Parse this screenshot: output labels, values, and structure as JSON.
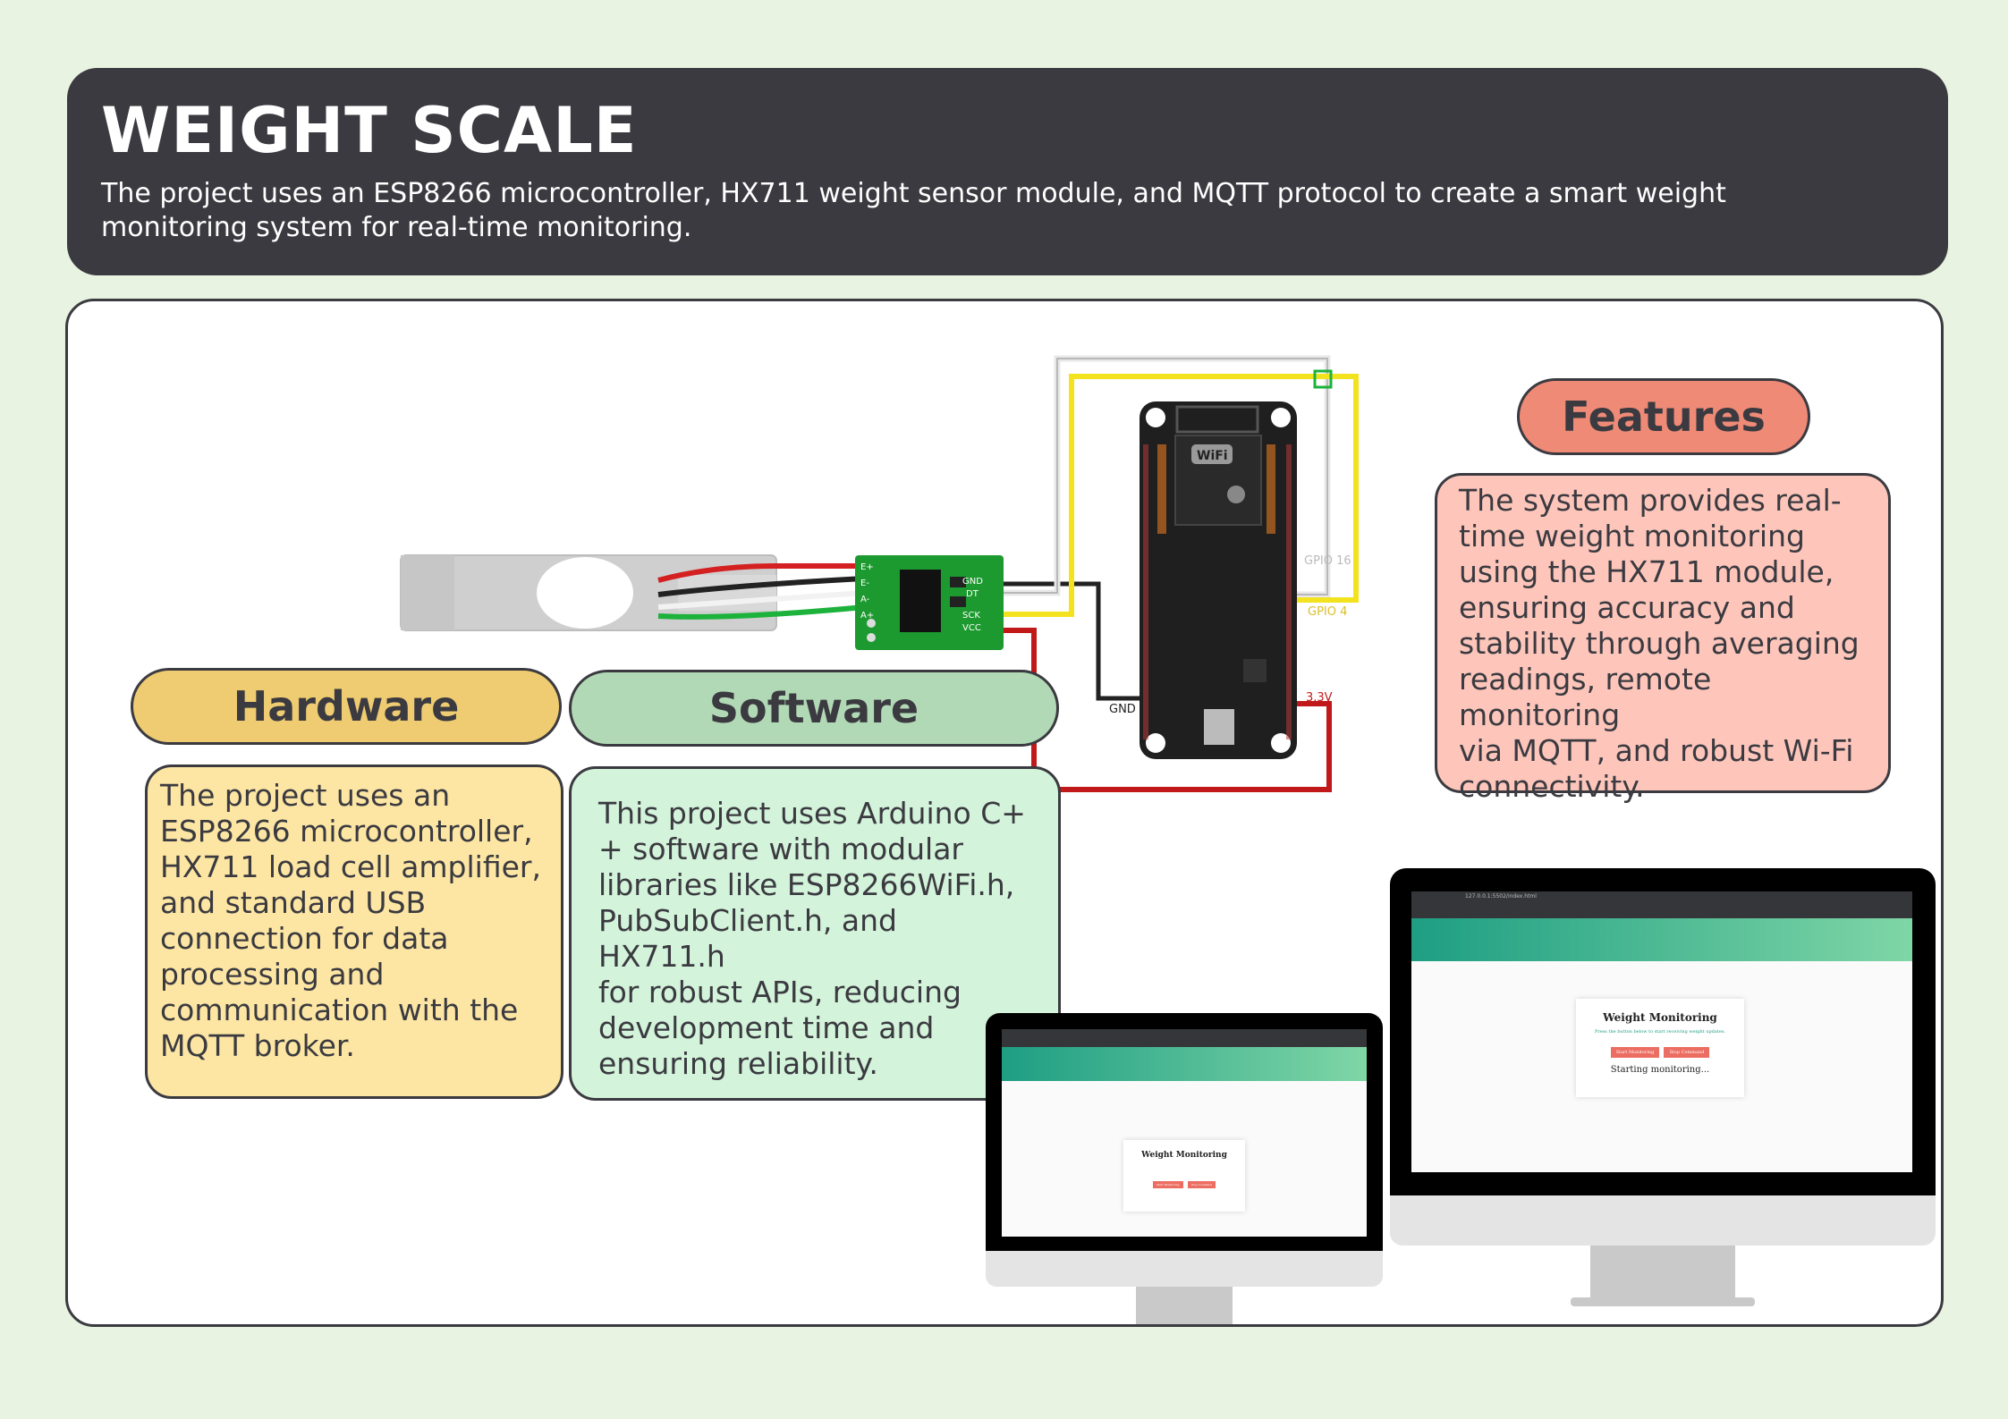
{
  "header": {
    "title": "WEIGHT SCALE",
    "description": "The project uses an ESP8266 microcontroller, HX711 weight sensor module, and MQTT protocol to create a smart weight monitoring system for real-time monitoring."
  },
  "hardware": {
    "title": "Hardware",
    "lines": [
      "The project uses an",
      "ESP8266 microcontroller,",
      "HX711 load cell amplifier,",
      "and standard USB",
      "connection for data",
      "processing and",
      "communication with the",
      "MQTT broker."
    ]
  },
  "software": {
    "title": "Software",
    "lines": [
      "This project uses Arduino C+",
      "+ software with modular",
      "libraries like ESP8266WiFi.h,",
      "PubSubClient.h, and HX711.h",
      "for robust APIs, reducing",
      "development time and",
      "ensuring reliability."
    ]
  },
  "features": {
    "title": "Features",
    "lines": [
      "The system provides real-",
      "time weight monitoring",
      "using the HX711 module,",
      "ensuring accuracy and",
      "stability through averaging",
      "readings, remote monitoring",
      "via MQTT, and robust Wi-Fi",
      "connectivity."
    ]
  },
  "diagram": {
    "hx711_pins_left": [
      "E+",
      "E-",
      "A-",
      "A+"
    ],
    "hx711_pins_right": [
      "GND",
      "DT",
      "SCK",
      "VCC"
    ],
    "pin_labels": {
      "gpio16": "GPIO 16",
      "gpio4": "GPIO 4",
      "v33": "3.3V",
      "gnd": "GND"
    },
    "wifi_badge": "WiFi"
  },
  "screens": {
    "small": {
      "card_title": "Weight Monitoring",
      "buttons": [
        "Start Monitoring",
        "Stop Command"
      ]
    },
    "large": {
      "url": "127.0.0.1:5502/index.html",
      "card_title": "Weight Monitoring",
      "subtitle": "Press the button below to start receiving weight updates.",
      "buttons": [
        "Start Monitoring",
        "Stop Command"
      ],
      "status": "Starting monitoring..."
    }
  },
  "colors": {
    "header_bg": "#3a3a40",
    "hardware_pill": "#efcc72",
    "hardware_card": "#fde6a3",
    "software_pill": "#b2d9b6",
    "software_card": "#d3f3da",
    "features_pill": "#ef8a77",
    "features_card": "#fec6bb",
    "page_bg": "#e9f3e1"
  }
}
